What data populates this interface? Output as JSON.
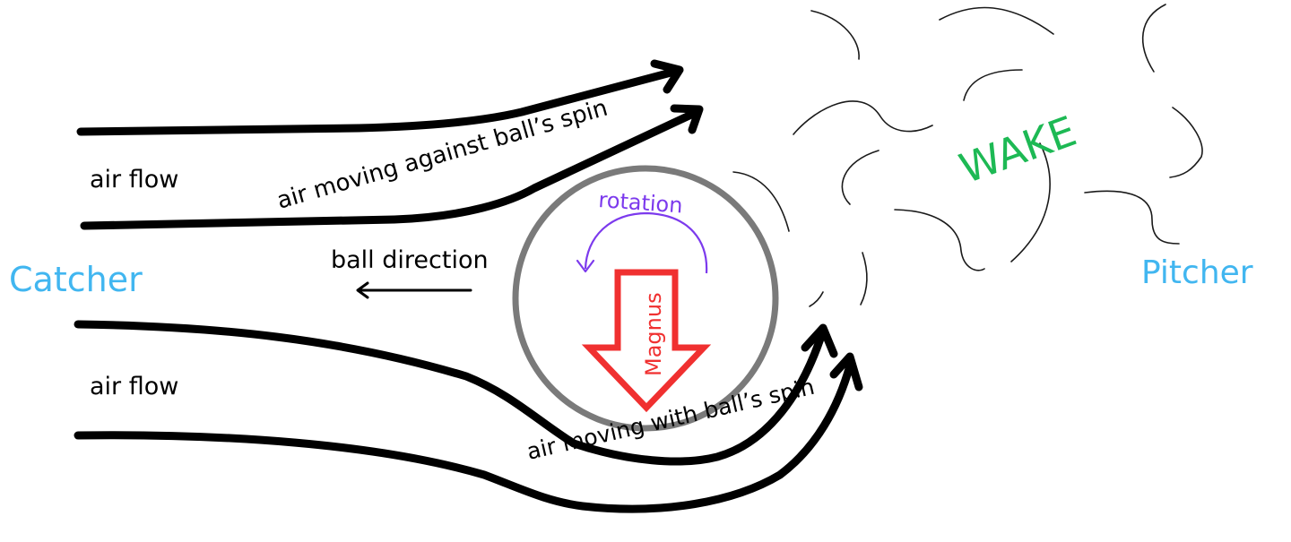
{
  "labels": {
    "catcher": "Catcher",
    "pitcher": "Pitcher",
    "wake": "WAKE",
    "air_flow_top": "air flow",
    "air_flow_bottom": "air flow",
    "ball_direction": "ball direction",
    "air_against_spin": "air moving  against ball’s spin",
    "air_with_spin": "air moving with ball’s spin",
    "rotation": "rotation",
    "magnus": "Magnus"
  },
  "colors": {
    "endpoint_label": "#41b6f0",
    "wake": "#1db954",
    "rotation": "#7c3aed",
    "magnus": "#f03030",
    "ball_outline": "#7a7a7a",
    "flow_lines": "#000000"
  }
}
